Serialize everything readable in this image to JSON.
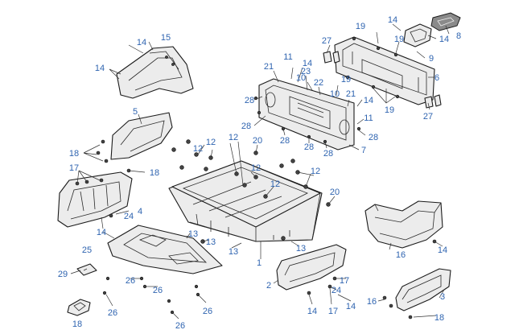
{
  "diagram": {
    "accent_color": "#2f64b0",
    "callouts": [
      {
        "label": "14"
      },
      {
        "label": "15"
      },
      {
        "label": "14"
      },
      {
        "label": "5"
      },
      {
        "label": "18"
      },
      {
        "label": "17"
      },
      {
        "label": "18"
      },
      {
        "label": "4"
      },
      {
        "label": "24"
      },
      {
        "label": "14"
      },
      {
        "label": "25"
      },
      {
        "label": "29"
      },
      {
        "label": "26"
      },
      {
        "label": "26"
      },
      {
        "label": "26"
      },
      {
        "label": "26"
      },
      {
        "label": "26"
      },
      {
        "label": "18"
      },
      {
        "label": "13"
      },
      {
        "label": "13"
      },
      {
        "label": "13"
      },
      {
        "label": "13"
      },
      {
        "label": "1"
      },
      {
        "label": "12"
      },
      {
        "label": "12"
      },
      {
        "label": "12"
      },
      {
        "label": "12"
      },
      {
        "label": "12"
      },
      {
        "label": "12"
      },
      {
        "label": "20"
      },
      {
        "label": "20"
      },
      {
        "label": "21"
      },
      {
        "label": "11"
      },
      {
        "label": "14"
      },
      {
        "label": "10"
      },
      {
        "label": "22"
      },
      {
        "label": "23"
      },
      {
        "label": "10"
      },
      {
        "label": "21"
      },
      {
        "label": "14"
      },
      {
        "label": "11"
      },
      {
        "label": "28"
      },
      {
        "label": "28"
      },
      {
        "label": "28"
      },
      {
        "label": "28"
      },
      {
        "label": "28"
      },
      {
        "label": "28"
      },
      {
        "label": "7"
      },
      {
        "label": "27"
      },
      {
        "label": "19"
      },
      {
        "label": "14"
      },
      {
        "label": "19"
      },
      {
        "label": "14"
      },
      {
        "label": "8"
      },
      {
        "label": "9"
      },
      {
        "label": "19"
      },
      {
        "label": "6"
      },
      {
        "label": "19"
      },
      {
        "label": "27"
      },
      {
        "label": "16"
      },
      {
        "label": "14"
      },
      {
        "label": "2"
      },
      {
        "label": "17"
      },
      {
        "label": "24"
      },
      {
        "label": "14"
      },
      {
        "label": "17"
      },
      {
        "label": "14"
      },
      {
        "label": "16"
      },
      {
        "label": "3"
      },
      {
        "label": "18"
      }
    ]
  }
}
